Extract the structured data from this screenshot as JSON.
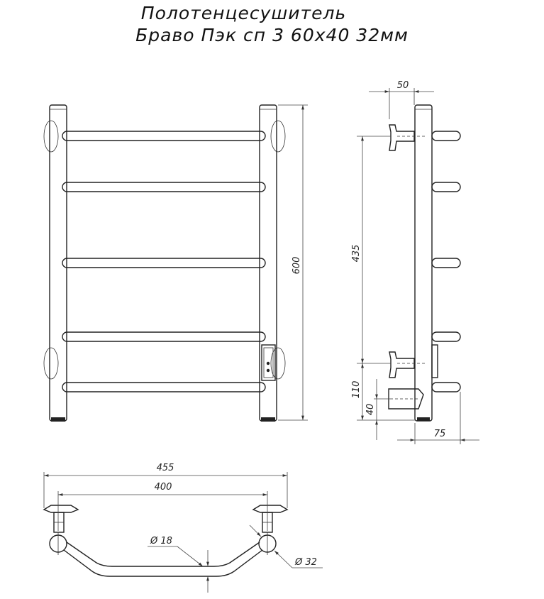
{
  "title": {
    "line1": "Полотенцесушитель",
    "line2": "Браво Пэк сп 3 60х40 32мм"
  },
  "dimensions": {
    "height_total": "600",
    "mount_spacing": "435",
    "bottom_to_lower_mount": "110",
    "bottom_offset": "40",
    "side_top_depth": "50",
    "side_bottom_depth": "75",
    "width_total": "455",
    "width_centers": "400",
    "crossbar_diameter": "Ø 18",
    "upright_diameter": "Ø 32"
  }
}
